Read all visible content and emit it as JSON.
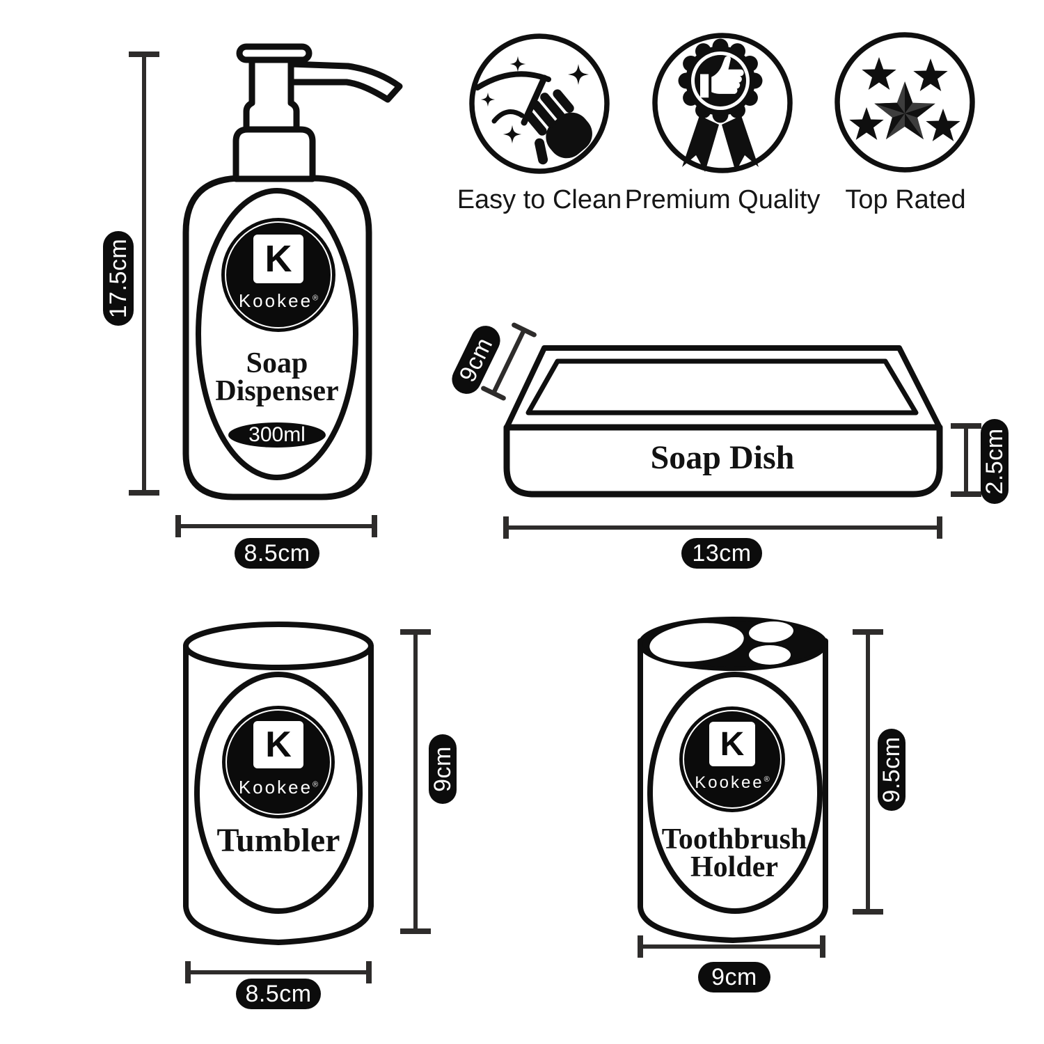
{
  "badges": [
    {
      "label": "Easy to Clean",
      "icon": "clean-hand-icon"
    },
    {
      "label": "Premium Quality",
      "icon": "ribbon-badge-icon"
    },
    {
      "label": "Top Rated",
      "icon": "five-stars-icon"
    }
  ],
  "brand": {
    "mark": "K",
    "name": "Kookee",
    "reg": "®"
  },
  "colors": {
    "ink": "#0f0f0f",
    "dim_line": "#2e2c2b",
    "pill_bg": "#0c0c0c",
    "pill_text": "#ffffff"
  },
  "soap_dispenser": {
    "name": "Soap Dispenser",
    "capacity": "300ml",
    "height": "17.5cm",
    "width": "8.5cm"
  },
  "soap_dish": {
    "name": "Soap Dish",
    "depth": "9cm",
    "height": "2.5cm",
    "width": "13cm"
  },
  "tumbler": {
    "name": "Tumbler",
    "height": "9cm",
    "width": "8.5cm"
  },
  "toothbrush_holder": {
    "name": "Toothbrush Holder",
    "height": "9.5cm",
    "width": "9cm"
  }
}
